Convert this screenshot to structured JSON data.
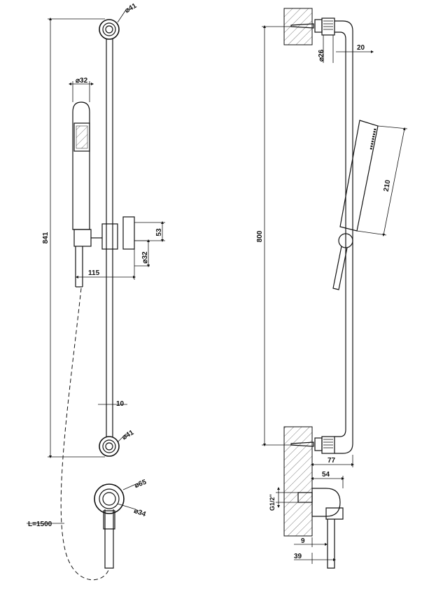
{
  "front_view": {
    "total_height": "841",
    "top_bracket_diameter": "⌀41",
    "bottom_bracket_diameter": "⌀41",
    "handshower_diameter": "⌀32",
    "holder_height": "53",
    "holder_diameter": "⌀32",
    "holder_projection": "115",
    "bar_width": "10",
    "hose_length": "L=1500",
    "outlet_outer_diameter": "⌀65",
    "outlet_inner_diameter": "⌀34"
  },
  "side_view": {
    "center_distance": "800",
    "bracket_diameter": "⌀26",
    "bar_offset": "20",
    "handshower_length": "210",
    "wall_projection": "77",
    "outlet_projection": "54",
    "thread": "G1/2\"",
    "outlet_dim_9": "9",
    "outlet_dim_39": "39"
  }
}
